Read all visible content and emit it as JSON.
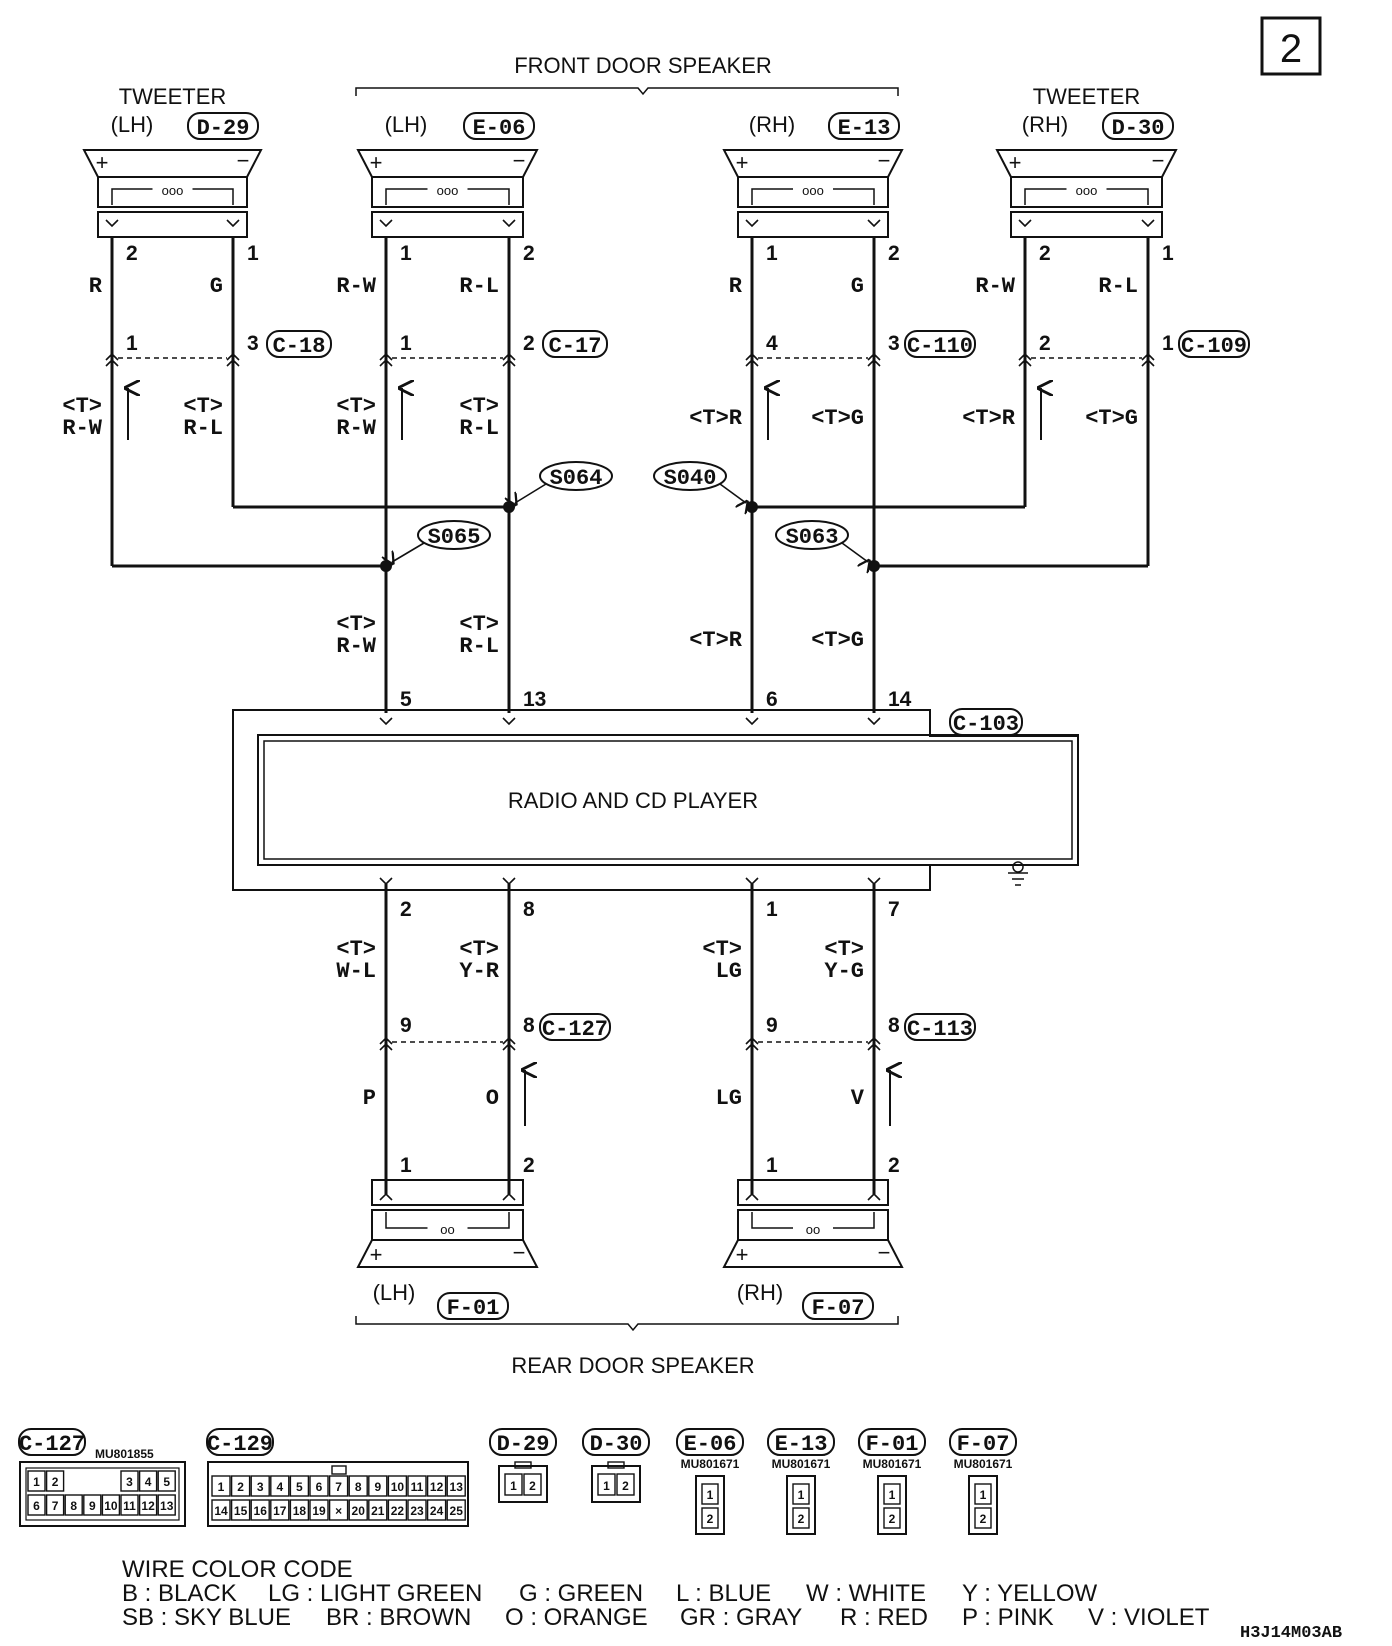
{
  "page_number": "2",
  "diagram_code": "H3J14M03AB",
  "group_labels": {
    "front": "FRONT DOOR SPEAKER",
    "rear": "REAR DOOR SPEAKER",
    "radio": "RADIO AND CD PLAYER",
    "radio_connector": "C-103"
  },
  "front_speakers": [
    {
      "title": "TWEETER",
      "side": "(LH)",
      "connector": "D-29",
      "pins": [
        "2",
        "1"
      ],
      "wires": [
        "R",
        "G"
      ],
      "junction": "C-18",
      "jpins": [
        "1",
        "3"
      ],
      "lower": [
        "<T>\nR-W",
        "<T>\nR-L"
      ]
    },
    {
      "title": "",
      "side": "(LH)",
      "connector": "E-06",
      "pins": [
        "1",
        "2"
      ],
      "wires": [
        "R-W",
        "R-L"
      ],
      "junction": "C-17",
      "jpins": [
        "1",
        "2"
      ],
      "lower": [
        "<T>\nR-W",
        "<T>\nR-L"
      ]
    },
    {
      "title": "",
      "side": "(RH)",
      "connector": "E-13",
      "pins": [
        "1",
        "2"
      ],
      "wires": [
        "R",
        "G"
      ],
      "junction": "C-110",
      "jpins": [
        "4",
        "3"
      ],
      "lower": [
        "<T>R",
        "<T>G"
      ]
    },
    {
      "title": "TWEETER",
      "side": "(RH)",
      "connector": "D-30",
      "pins": [
        "2",
        "1"
      ],
      "wires": [
        "R-W",
        "R-L"
      ],
      "junction": "C-109",
      "jpins": [
        "2",
        "1"
      ],
      "lower": [
        "<T>R",
        "<T>G"
      ]
    }
  ],
  "splices": [
    "S064",
    "S065",
    "S040",
    "S063"
  ],
  "radio_inputs": [
    {
      "tag": "<T>",
      "wire": "R-W",
      "pin": "5"
    },
    {
      "tag": "<T>",
      "wire": "R-L",
      "pin": "13"
    },
    {
      "tag": "<T>R",
      "wire": "",
      "pin": "6"
    },
    {
      "tag": "<T>G",
      "wire": "",
      "pin": "14"
    }
  ],
  "radio_outputs": [
    {
      "tag": "<T>",
      "wire": "W-L",
      "pin": "2"
    },
    {
      "tag": "<T>",
      "wire": "Y-R",
      "pin": "8"
    },
    {
      "tag": "<T>",
      "wire": "LG",
      "pin": "1"
    },
    {
      "tag": "<T>",
      "wire": "Y-G",
      "pin": "7"
    }
  ],
  "rear_speakers": [
    {
      "side": "(LH)",
      "connector": "F-01",
      "junction": "C-127",
      "jpins": [
        "9",
        "8"
      ],
      "wires": [
        "P",
        "O"
      ],
      "pins": [
        "1",
        "2"
      ]
    },
    {
      "side": "(RH)",
      "connector": "F-07",
      "junction": "C-113",
      "jpins": [
        "9",
        "8"
      ],
      "wires": [
        "LG",
        "V"
      ],
      "pins": [
        "1",
        "2"
      ]
    }
  ],
  "connector_views": [
    {
      "id": "C-127",
      "part": "MU801855",
      "rows": [
        [
          "1",
          "2",
          "",
          "",
          "",
          "3",
          "4",
          "5"
        ],
        [
          "6",
          "7",
          "8",
          "9",
          "10",
          "11",
          "12",
          "13"
        ]
      ]
    },
    {
      "id": "C-129",
      "part": "",
      "rows": [
        [
          "1",
          "2",
          "3",
          "4",
          "5",
          "6",
          "7",
          "8",
          "9",
          "10",
          "11",
          "12",
          "13"
        ],
        [
          "14",
          "15",
          "16",
          "17",
          "18",
          "19",
          "×",
          "20",
          "21",
          "22",
          "23",
          "24",
          "25"
        ]
      ]
    },
    {
      "id": "D-29",
      "part": "",
      "pins": [
        "1",
        "2"
      ]
    },
    {
      "id": "D-30",
      "part": "",
      "pins": [
        "1",
        "2"
      ]
    },
    {
      "id": "E-06",
      "part": "MU801671",
      "pins": [
        "1",
        "2"
      ]
    },
    {
      "id": "E-13",
      "part": "MU801671",
      "pins": [
        "1",
        "2"
      ]
    },
    {
      "id": "F-01",
      "part": "MU801671",
      "pins": [
        "1",
        "2"
      ]
    },
    {
      "id": "F-07",
      "part": "MU801671",
      "pins": [
        "1",
        "2"
      ]
    }
  ],
  "wire_color_code": {
    "title": "WIRE COLOR CODE",
    "row1": [
      "B : BLACK",
      "LG : LIGHT GREEN",
      "G : GREEN",
      "L : BLUE",
      "W : WHITE",
      "Y : YELLOW"
    ],
    "row2": [
      "SB : SKY BLUE",
      "BR : BROWN",
      "O : ORANGE",
      "GR : GRAY",
      "R : RED",
      "P : PINK",
      "V : VIOLET"
    ]
  }
}
